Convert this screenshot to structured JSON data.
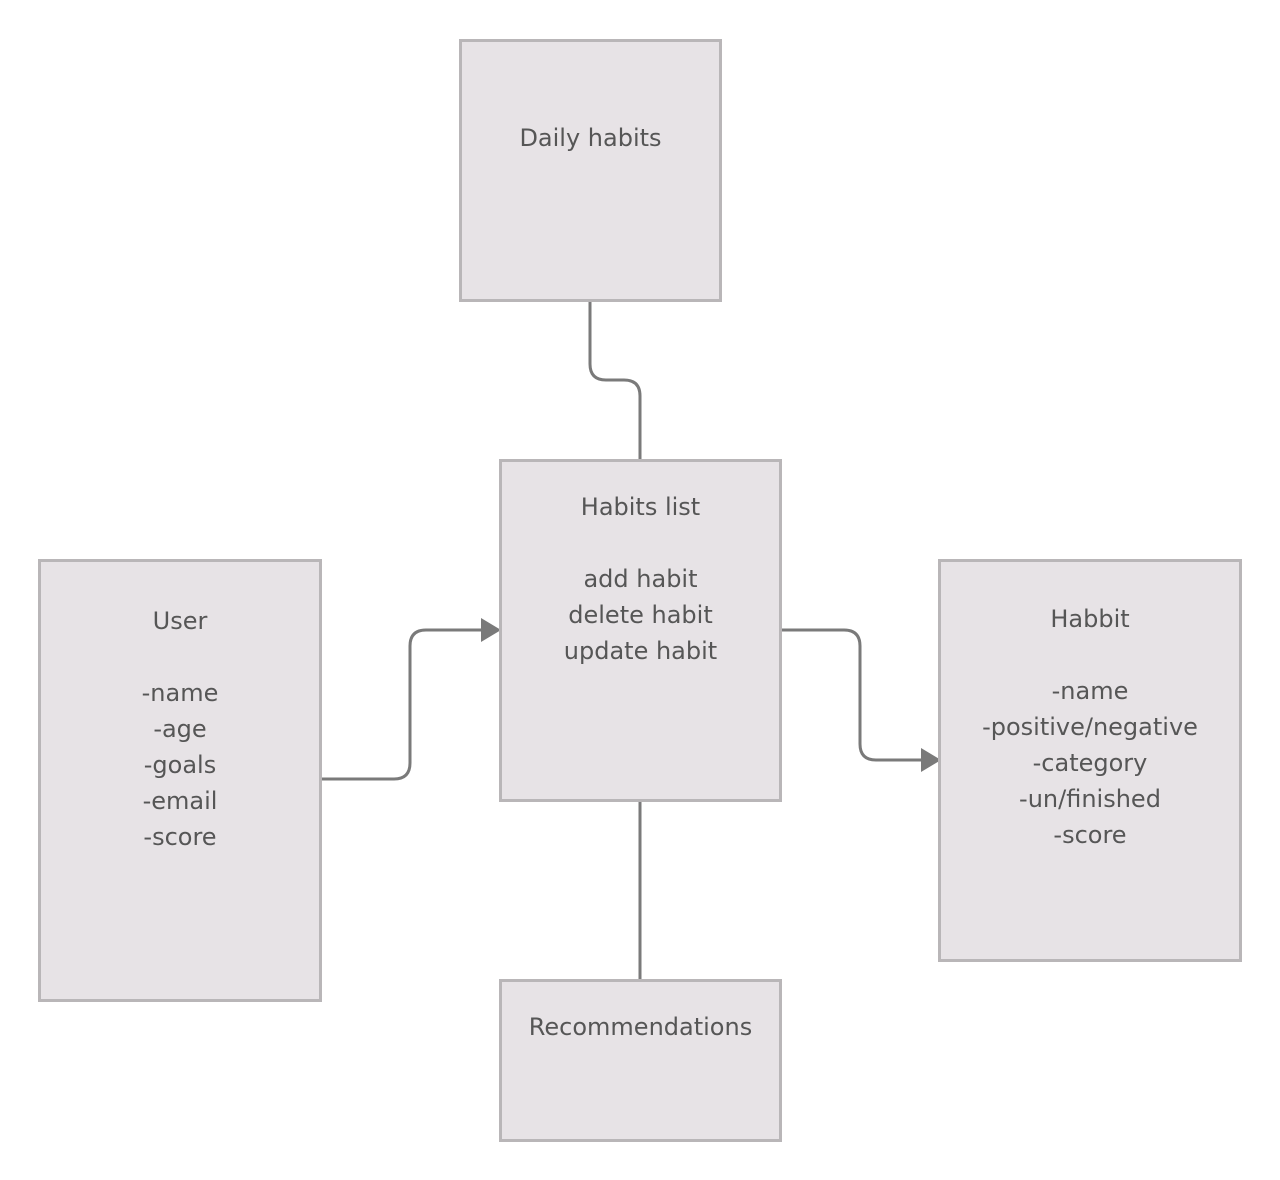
{
  "diagram": {
    "colors": {
      "box_fill": "#e7e3e6",
      "box_border": "#b9b6b8",
      "connector": "#7a7a7a",
      "text": "#565656"
    },
    "nodes": {
      "daily_habits": {
        "title": "Daily habits",
        "items": []
      },
      "habits_list": {
        "title": "Habits list",
        "items": [
          "add habit",
          "delete habit",
          "update habit"
        ]
      },
      "user": {
        "title": "User",
        "items": [
          "-name",
          "-age",
          "-goals",
          "-email",
          "-score"
        ]
      },
      "habbit": {
        "title": "Habbit",
        "items": [
          "-name",
          "-positive/negative",
          "-category",
          "-un/finished",
          "-score"
        ]
      },
      "recommendations": {
        "title": "Recommendations",
        "items": []
      }
    },
    "edges": [
      {
        "from": "daily_habits",
        "to": "habits_list",
        "arrow": false
      },
      {
        "from": "user",
        "to": "habits_list",
        "arrow": true
      },
      {
        "from": "habits_list",
        "to": "habbit",
        "arrow": true
      },
      {
        "from": "habits_list",
        "to": "recommendations",
        "arrow": false
      }
    ]
  }
}
